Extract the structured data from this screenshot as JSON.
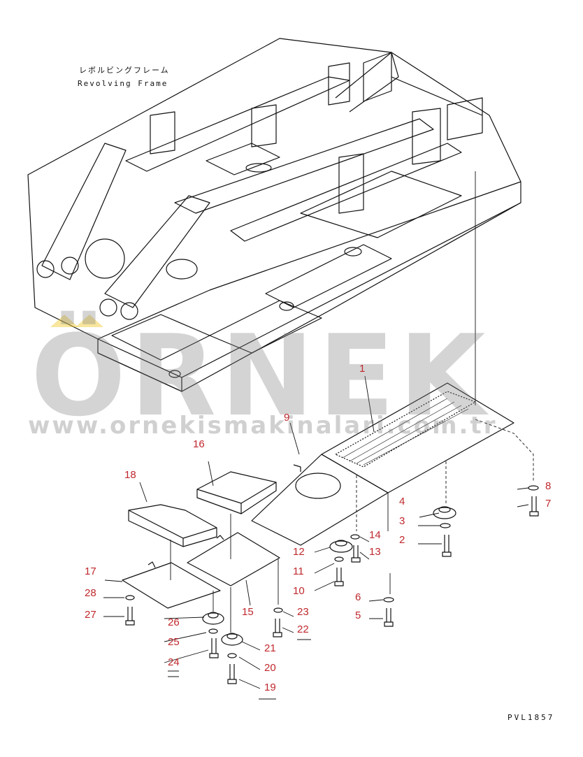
{
  "diagram": {
    "title_jp": "レボルビングフレーム",
    "title_en": "Revolving Frame",
    "drawing_code": "PVL1857",
    "watermark": {
      "brand": "ÖRNEK",
      "url": "www.ornekismakinalari.com.tr",
      "dot_color": "#f0c828"
    },
    "label_color": "#c0282d",
    "part_numbers": [
      "1",
      "2",
      "3",
      "4",
      "5",
      "6",
      "7",
      "8",
      "9",
      "10",
      "11",
      "12",
      "13",
      "14",
      "15",
      "16",
      "17",
      "18",
      "19",
      "20",
      "21",
      "22",
      "23",
      "24",
      "25",
      "26",
      "27",
      "28"
    ]
  }
}
